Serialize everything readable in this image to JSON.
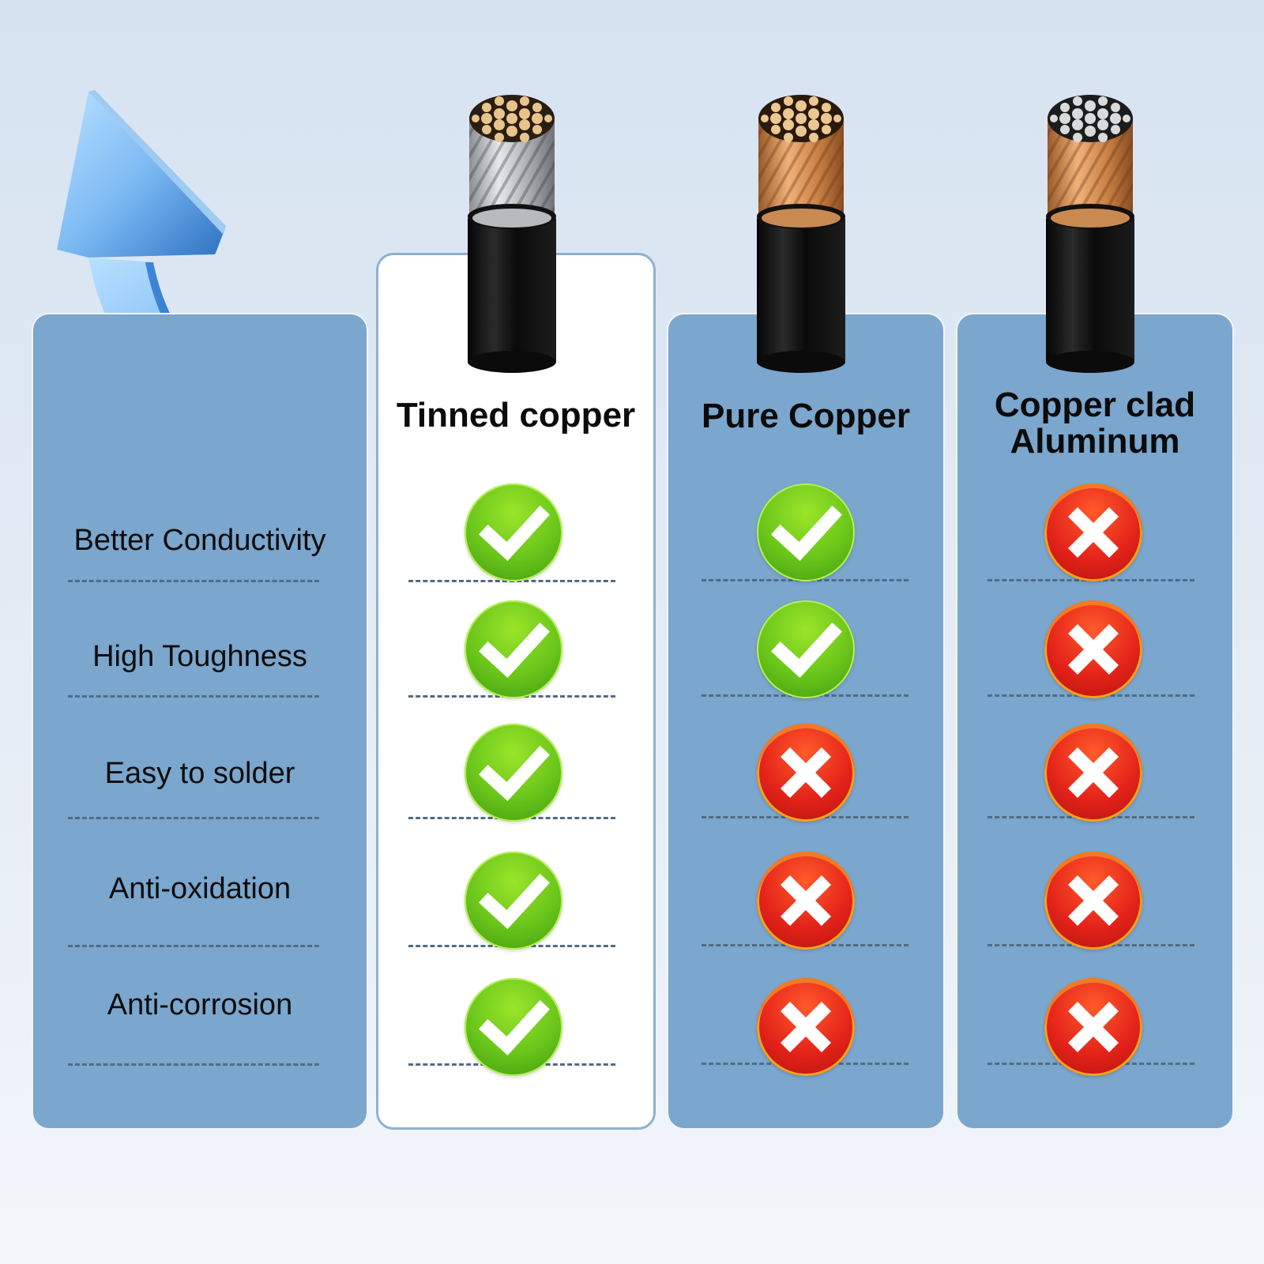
{
  "features": {
    "items": [
      "Better Conductivity",
      "High Toughness",
      "Easy to solder",
      "Anti-oxidation",
      "Anti-corrosion"
    ]
  },
  "columns": [
    {
      "title": "Tinned copper",
      "highlighted": true,
      "core_color": "silver",
      "results": [
        "check",
        "check",
        "check",
        "check",
        "check"
      ]
    },
    {
      "title": "Pure Copper",
      "highlighted": false,
      "core_color": "copper",
      "results": [
        "check",
        "check",
        "cross",
        "cross",
        "cross"
      ]
    },
    {
      "title_line1": "Copper clad",
      "title_line2": "Aluminum",
      "highlighted": false,
      "core_color": "copper-with-aluminum-core",
      "results": [
        "cross",
        "cross",
        "cross",
        "cross",
        "cross"
      ]
    }
  ],
  "colors": {
    "panel_blue": "#7ba6cd",
    "highlight_panel": "#ffffff",
    "check_green": "#69c51a",
    "cross_red": "#e4231a",
    "arrow_blue": "#5aa2e6"
  },
  "icons": {
    "check": "check-circle-icon",
    "cross": "x-circle-icon",
    "arrow": "curved-up-arrow-icon"
  }
}
